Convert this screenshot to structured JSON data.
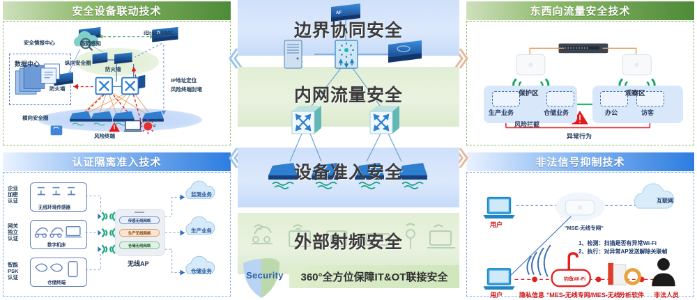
{
  "panels": {
    "top_left": {
      "title": "安全设备联动技术",
      "labels": {
        "intel_center": "安全情报中心",
        "situation": "态势感知",
        "ibrain": "iBrain NMC",
        "vertical_ring": "纵向安全圈",
        "firewall_top": "防火墙",
        "datacenter": "数据中心",
        "firewall_left": "防火墙",
        "ip_locate_line1": "IP地址定位",
        "ip_locate_line2": "风险终端封堵",
        "horizontal_ring": "横向安全圈",
        "risk_terminal": "风险终端"
      }
    },
    "bottom_left": {
      "title": "认证隔离准入技术",
      "auth_methods": [
        "企业\n加密\n认证",
        "网关\n独立\n认证",
        "智能\nPSK\n认证"
      ],
      "device_groups": [
        "无线环境传感器",
        "数字机床",
        "仓储终端"
      ],
      "ap_label": "无线AP",
      "ssids": [
        "传感无线网络",
        "生产无线网络",
        "仓储无线网络"
      ],
      "services": [
        "监测业务",
        "生产业务",
        "仓储业务"
      ]
    },
    "top_right": {
      "title": "东西向流量安全技术",
      "zone_protected": "保护区",
      "zone_observed": "观察区",
      "protected_items": [
        "生产业务",
        "仓储业务"
      ],
      "observed_items": [
        "办公",
        "访客"
      ],
      "risk_block": "风险拦截",
      "abnormal_behavior": "异常行为"
    },
    "bottom_right": {
      "title": "非法信号抑制技术",
      "user_top": "用户",
      "user_bottom": "用户",
      "internet": "互联网",
      "mse_label": "\"MSE-无线专网\"",
      "steps": [
        "1、检测：扫描是否有异常Wi-Fi",
        "2、执行：对异常AP发送解除关联帧"
      ],
      "rogue_ap": "钓鱼Wi-Fi",
      "bottom_labels": [
        "用户",
        "隐私信息",
        "\"MES-无线专网/MES-无线\"",
        "分析软件",
        "非法人员"
      ]
    }
  },
  "center": {
    "bands": [
      {
        "title": "边界协同安全",
        "tone": "blue"
      },
      {
        "title": "内网流量安全",
        "tone": "green"
      },
      {
        "title": "设备准入安全",
        "tone": "blue"
      },
      {
        "title": "外部射频安全",
        "tone": "green"
      }
    ],
    "device_af_label": "AF",
    "shield_label": "Security",
    "footer": "360°全方位保障IT&OT联接安全"
  },
  "colors": {
    "green_header_dark": "#4e8b38",
    "green_header_light": "#cfe0bd",
    "blue_header_dark": "#2d7de0",
    "blue_header_light": "#eaf2ff",
    "band_blue": "#cfe0fa",
    "band_green": "#e2eed5",
    "accent_red": "#e02020",
    "accent_green_arrow": "#34b06a",
    "device_blue": "#1f5fae",
    "dashed_border_green": "#8fbf6a",
    "dashed_border_blue": "#7aa9e8"
  }
}
